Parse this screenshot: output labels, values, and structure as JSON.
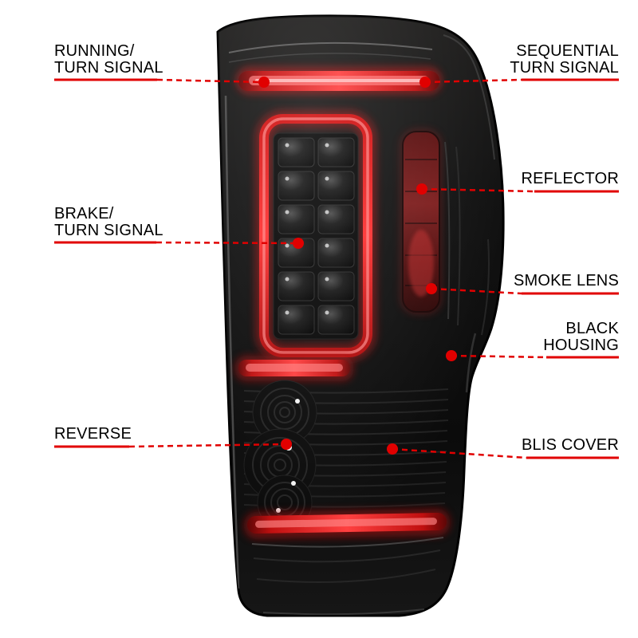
{
  "callouts": {
    "running_turn_signal": {
      "label": "RUNNING/\nTURN SIGNAL"
    },
    "sequential_turn_signal": {
      "label": "SEQUENTIAL\nTURN SIGNAL"
    },
    "brake_turn_signal": {
      "label": "BRAKE/\nTURN SIGNAL"
    },
    "reflector": {
      "label": "REFLECTOR"
    },
    "smoke_lens": {
      "label": "SMOKE LENS"
    },
    "black_housing": {
      "label": "BLACK\nHOUSING"
    },
    "reverse": {
      "label": "REVERSE"
    },
    "blis_cover": {
      "label": "BLIS COVER"
    }
  },
  "colors": {
    "accent_red": "#e10000",
    "label_text": "#000000",
    "background": "#ffffff"
  }
}
